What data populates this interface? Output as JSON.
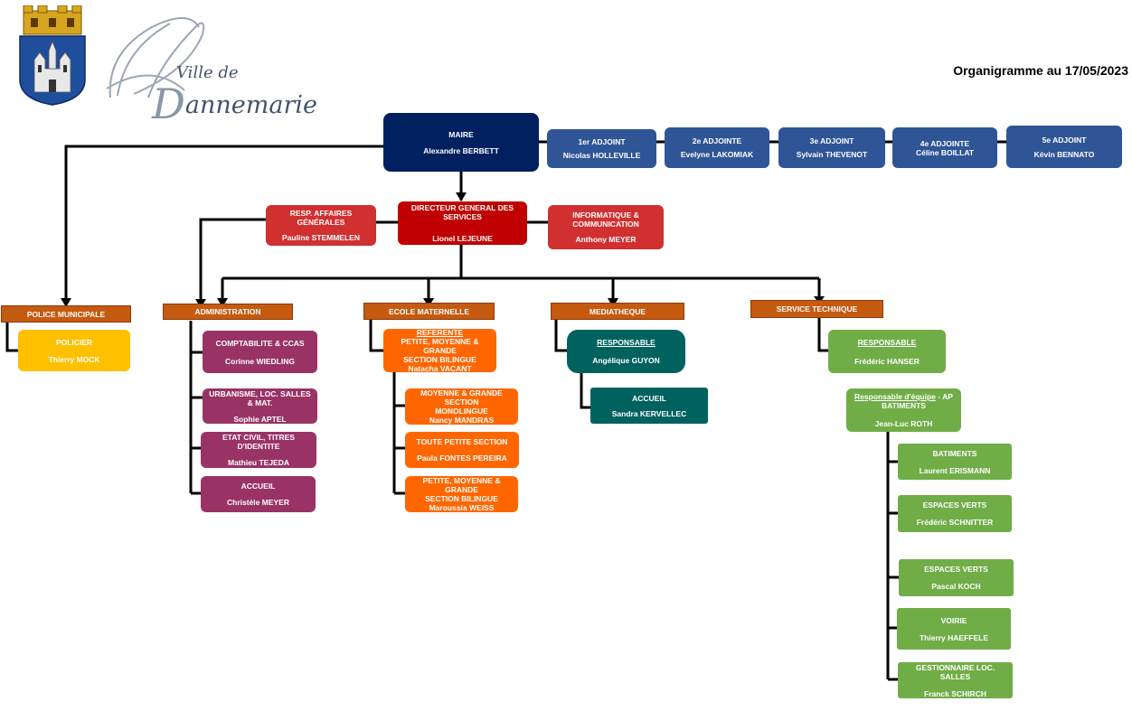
{
  "header": {
    "title": "Organigramme au 17/05/2023",
    "logo_small": "Ville de",
    "logo_name": "annemarie",
    "crest_icon": "city-crest-icon",
    "logo_icon": "ville-de-dannemarie-logo"
  },
  "colors": {
    "mayor": "#002060",
    "deputies": "#2f5597",
    "direction": "#c00000",
    "department_header": "#c55a11",
    "police": "#ffc000",
    "administration": "#993366",
    "school": "#ff6600",
    "library": "#00625f",
    "technical": "#70ad47"
  },
  "mayor": {
    "role": "MAIRE",
    "name": "Alexandre BERBETT"
  },
  "deputies": [
    {
      "role": "1er ADJOINT",
      "name": "Nicolas HOLLEVILLE"
    },
    {
      "role": "2e ADJOINTE",
      "name": "Evelyne LAKOMIAK"
    },
    {
      "role": "3e ADJOINT",
      "name": "Sylvain THEVENOT"
    },
    {
      "role": "4e ADJOINTE",
      "name": "Céline BOILLAT"
    },
    {
      "role": "5e ADJOINT",
      "name": "Kévin BENNATO"
    }
  ],
  "dgs": {
    "role": "DIRECTEUR GENERAL DES SERVICES",
    "name": "Lionel LEJEUNE"
  },
  "general_affairs": {
    "role": "RESP. AFFAIRES GÉNÉRALES",
    "name": "Pauline STEMMELEN"
  },
  "it": {
    "role_line1": "INFORMATIQUE &",
    "role_line2": "COMMUNICATION",
    "name": "Anthony MEYER"
  },
  "departments": {
    "police": {
      "header": "POLICE MUNICIPALE",
      "staff": [
        {
          "role": "POLICIER",
          "name": "Thierry MOCK"
        }
      ]
    },
    "administration": {
      "header": "ADMINISTRATION",
      "staff": [
        {
          "role": "COMPTABILITE & CCAS",
          "name": "Corinne WIEDLING"
        },
        {
          "role": "URBANISME, LOC. SALLES & MAT.",
          "name": "Sophie APTEL"
        },
        {
          "role": "ETAT CIVIL, TITRES D'IDENTITE",
          "name": "Mathieu TEJEDA"
        },
        {
          "role": "ACCUEIL",
          "name": "Christèle MEYER"
        }
      ]
    },
    "school": {
      "header": "ECOLE MATERNELLE",
      "referent": {
        "title": "REFERENTE",
        "line1": "PETITE, MOYENNE & GRANDE",
        "line2": "SECTION BILINGUE",
        "name": "Natacha VACANT"
      },
      "staff": [
        {
          "line1": "MOYENNE & GRANDE SECTION",
          "line2": "MONOLINGUE",
          "name": "Nancy MANDRAS"
        },
        {
          "line1": "TOUTE PETITE SECTION",
          "line2": "",
          "name": "Paula FONTES PEREIRA"
        },
        {
          "line1": "PETITE, MOYENNE & GRANDE",
          "line2": "SECTION BILINGUE",
          "name": "Maroussia WEISS"
        }
      ]
    },
    "library": {
      "header": "MEDIATHEQUE",
      "lead": {
        "title": "RESPONSABLE",
        "name": "Angélique GUYON"
      },
      "staff": [
        {
          "role": "ACCUEIL",
          "name": "Sandra KERVELLEC"
        }
      ]
    },
    "technical": {
      "header": "SERVICE TECHNIQUE",
      "lead": {
        "title": "RESPONSABLE",
        "name": "Frédéric HANSER"
      },
      "team_lead": {
        "title_underlined": "Responsable d'équipe",
        "title_rest": " - AP",
        "line2": "BATIMENTS",
        "name": "Jean-Luc ROTH"
      },
      "staff": [
        {
          "role": "BATIMENTS",
          "name": "Laurent ERISMANN"
        },
        {
          "role": "ESPACES VERTS",
          "name": "Frédéric SCHNITTER"
        },
        {
          "role": "ESPACES VERTS",
          "name": "Pascal KOCH"
        },
        {
          "role": "VOIRIE",
          "name": "Thierry HAEFFELE"
        },
        {
          "role": "GESTIONNAIRE LOC. SALLES",
          "name": "Franck SCHIRCH"
        }
      ]
    }
  }
}
